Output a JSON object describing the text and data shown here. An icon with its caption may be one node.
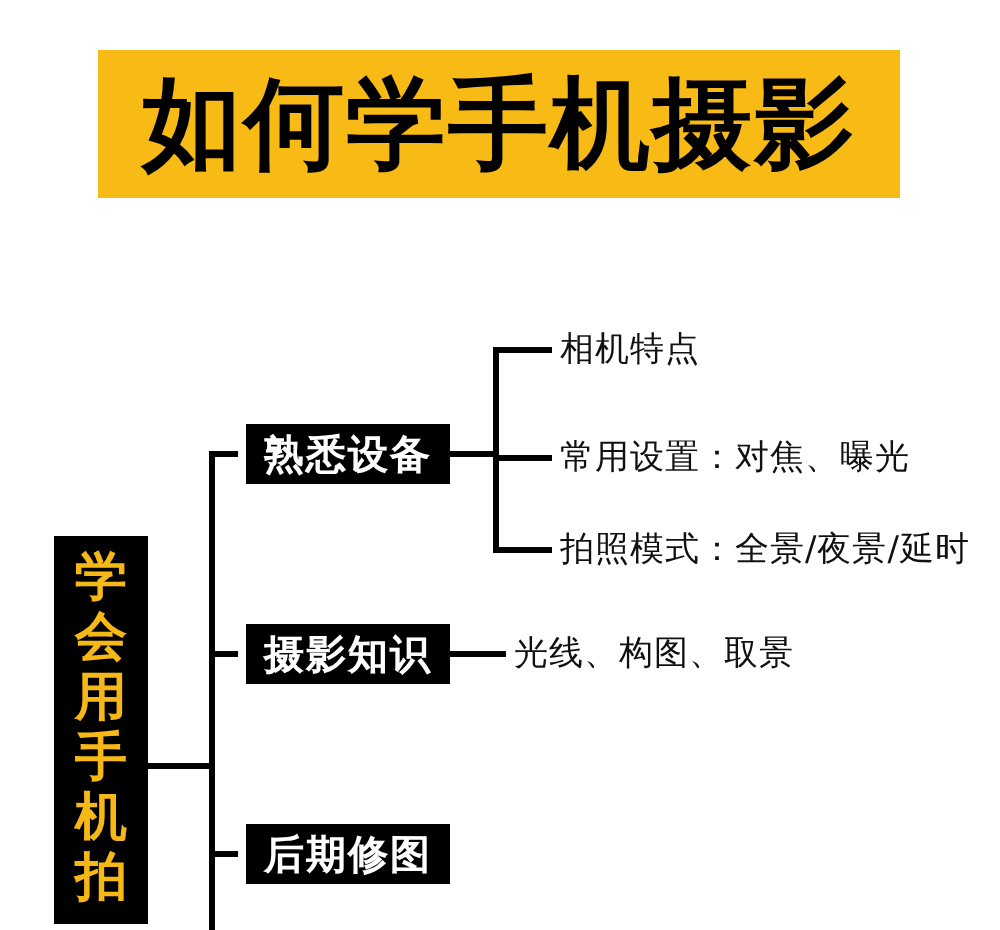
{
  "diagram": {
    "title": "如何学手机摄影",
    "nodes": [
      {
        "text": [
          "学会用手机拍"
        ]
      },
      {
        "text": [
          "熟悉设备"
        ]
      },
      {
        "text": [
          "摄影知识"
        ]
      },
      {
        "text": [
          "后期修图"
        ]
      },
      {
        "text": [
          "相机特点"
        ]
      },
      {
        "text": [
          "常用设置：对焦、曝光"
        ]
      },
      {
        "text": [
          "拍照模式：全景/夜景/延时"
        ]
      },
      {
        "text": [
          "光线、构图、取景"
        ]
      }
    ],
    "edges": [
      {
        "from": 0,
        "to": 1,
        "arrow": "none"
      },
      {
        "from": 0,
        "to": 2,
        "arrow": "none"
      },
      {
        "from": 0,
        "to": 3,
        "arrow": "none"
      },
      {
        "from": 0,
        "to": null,
        "arrow": "none"
      },
      {
        "from": 1,
        "to": 4,
        "arrow": "none"
      },
      {
        "from": 1,
        "to": 5,
        "arrow": "none"
      },
      {
        "from": 1,
        "to": 6,
        "arrow": "none"
      },
      {
        "from": 2,
        "to": 7,
        "arrow": "none"
      }
    ]
  }
}
